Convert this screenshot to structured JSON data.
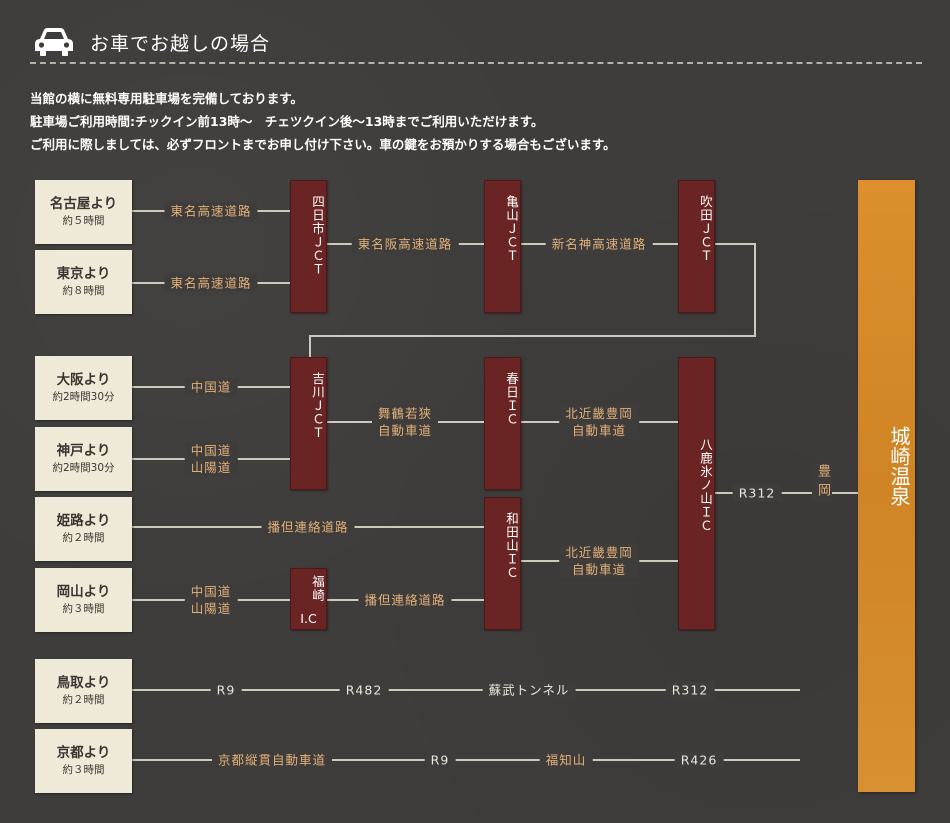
{
  "header": {
    "title": "お車でお越しの場合",
    "icon": "car-icon"
  },
  "intro": {
    "lines": [
      "当館の横に無料専用駐車場を完備しております。",
      "駐車場ご利用時間:チックイン前13時〜　チェツクイン後〜13時までご利用いただけます。",
      "ご利用に際しましては、必ずフロントまでお申し付け下さい。車の鍵をお預かりする場合もございます。"
    ]
  },
  "origins": [
    {
      "name": "名古屋より",
      "time": "約５時間"
    },
    {
      "name": "東京より",
      "time": "約８時間"
    },
    {
      "name": "大阪より",
      "time": "約2時間30分"
    },
    {
      "name": "神戸より",
      "time": "約2時間30分"
    },
    {
      "name": "姫路より",
      "time": "約２時間"
    },
    {
      "name": "岡山より",
      "time": "約３時間"
    },
    {
      "name": "鳥取より",
      "time": "約２時間"
    },
    {
      "name": "京都より",
      "time": "約３時間"
    }
  ],
  "junctions": {
    "yokkaichi": "四日市ＪＣＴ",
    "kameyama": "亀山ＪＣＴ",
    "suita": "吹田ＪＣＴ",
    "yoshikawa": "吉川ＪＣＴ",
    "kasuga": "春日ＩＣ",
    "wadayama": "和田山ＩＣ",
    "fukusaki": "福崎",
    "fukusaki_suffix": "I.C",
    "yoka": "八鹿氷ノ山ＩＣ"
  },
  "roads": {
    "tomei1": "東名高速道路",
    "tomei2": "東名高速道路",
    "meihan": "東名阪高速道路",
    "shinmeishin": "新名神高速道路",
    "chugoku_osaka": "中国道",
    "chugoku_kobe_1": "中国道",
    "chugoku_kobe_2": "山陽道",
    "maizuru_1": "舞鶴若狭",
    "maizuru_2": "自動車道",
    "kitakinki1_1": "北近畿豊岡",
    "kitakinki1_2": "自動車道",
    "bantan_himeji": "播但連絡道路",
    "kitakinki2_1": "北近畿豊岡",
    "kitakinki2_2": "自動車道",
    "chugoku_okayama_1": "中国道",
    "chugoku_okayama_2": "山陽道",
    "bantan_okayama": "播但連絡道路",
    "r312_main": "R312",
    "toyooka": "豊岡",
    "tottori_r9": "R9",
    "tottori_r482": "R482",
    "tottori_tunnel": "蘇武トンネル",
    "tottori_r312": "R312",
    "kyoto_jukan": "京都縦貫自動車道",
    "kyoto_r9": "R9",
    "kyoto_fukuchiyama": "福知山",
    "kyoto_r426": "R426"
  },
  "destination": "城崎温泉",
  "colors": {
    "background": "#3f3d3b",
    "junction": "#6b2424",
    "destination": "#d68a28",
    "road_label": "#e3b07a",
    "origin_card": "#efe9d8"
  }
}
